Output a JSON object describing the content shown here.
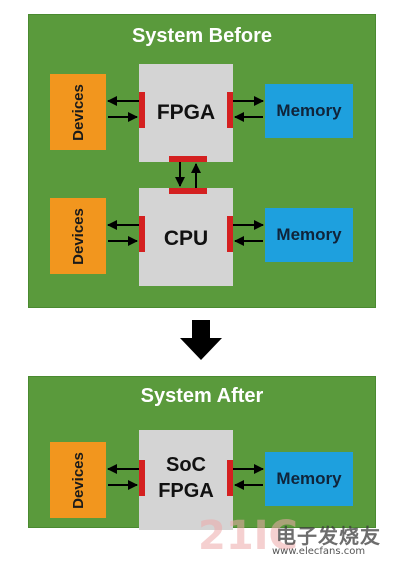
{
  "before": {
    "title": "System Before",
    "devices_top": "Devices",
    "devices_bottom": "Devices",
    "fpga": "FPGA",
    "cpu": "CPU",
    "memory_top": "Memory",
    "memory_bottom": "Memory"
  },
  "after": {
    "title": "System After",
    "devices": "Devices",
    "soc_line1": "SoC",
    "soc_line2": "FPGA",
    "memory": "Memory"
  },
  "watermark": {
    "number": "21IC",
    "chinese": "电子发烧友",
    "url": "www.elecfans.com"
  },
  "colors": {
    "board": "#5a9a3c",
    "devices": "#f2961e",
    "memory": "#1ea0de",
    "chip": "#d4d4d4",
    "port": "#d42020",
    "arrow": "#000000"
  }
}
